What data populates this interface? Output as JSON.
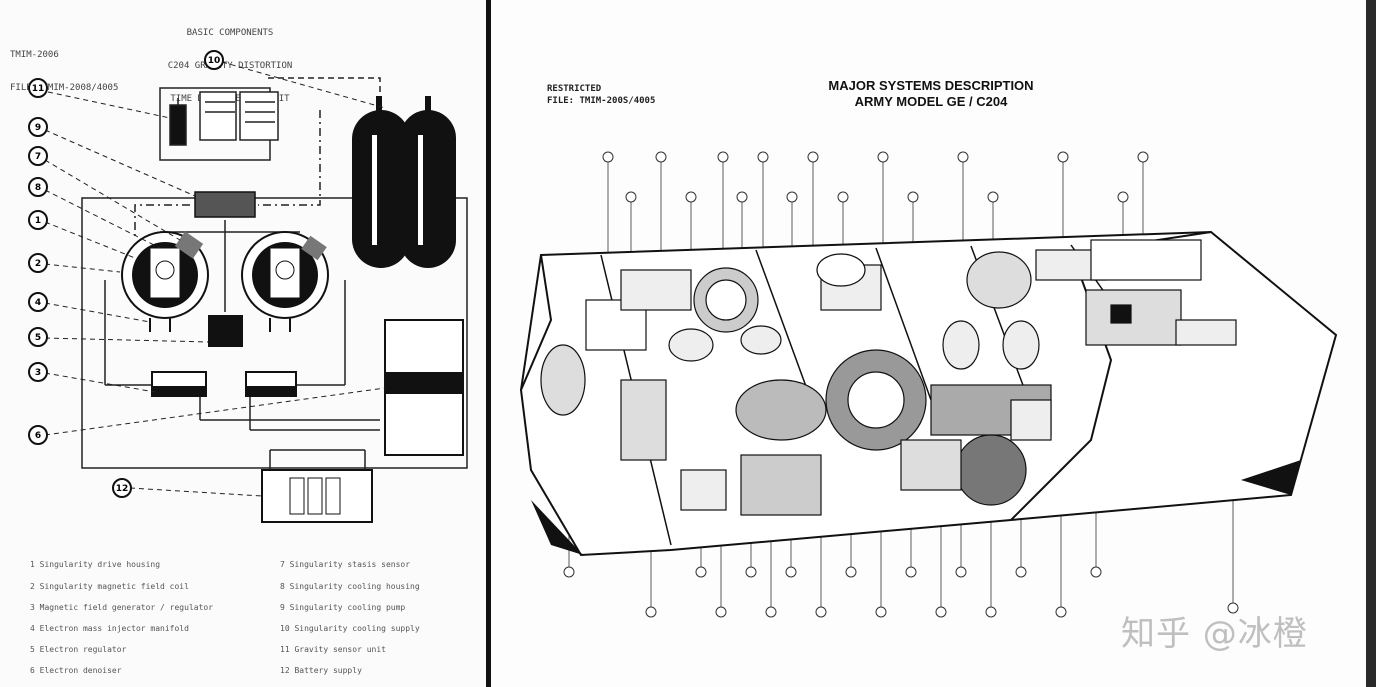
{
  "left_doc": {
    "header_left": [
      "TMIM-2006",
      "FILE: TMIM-2008/4005"
    ],
    "header_center": [
      "BASIC COMPONENTS",
      "C204 GRAVITY DISTORTION",
      "TIME DISPLACEMENT UNIT"
    ],
    "callouts": [
      "1",
      "2",
      "3",
      "4",
      "5",
      "6",
      "7",
      "8",
      "9",
      "10",
      "11",
      "12"
    ],
    "legend_col1": [
      "1  Singularity drive housing",
      "2  Singularity magnetic field coil",
      "3  Magnetic field generator / regulator",
      "4  Electron mass injector manifold",
      "5  Electron regulator",
      "6  Electron denoiser"
    ],
    "legend_col2": [
      "7  Singularity stasis sensor",
      "8  Singularity cooling housing",
      "9  Singularity cooling pump",
      "10  Singularity cooling supply",
      "11  Gravity sensor unit",
      "12  Battery supply"
    ]
  },
  "right_doc": {
    "restricted": "RESTRICTED",
    "file": "FILE: TMIM-200S/4005",
    "title_line1": "MAJOR SYSTEMS DESCRIPTION",
    "title_line2": "ARMY MODEL GE / C204",
    "watermark": "知乎 @冰橙"
  }
}
